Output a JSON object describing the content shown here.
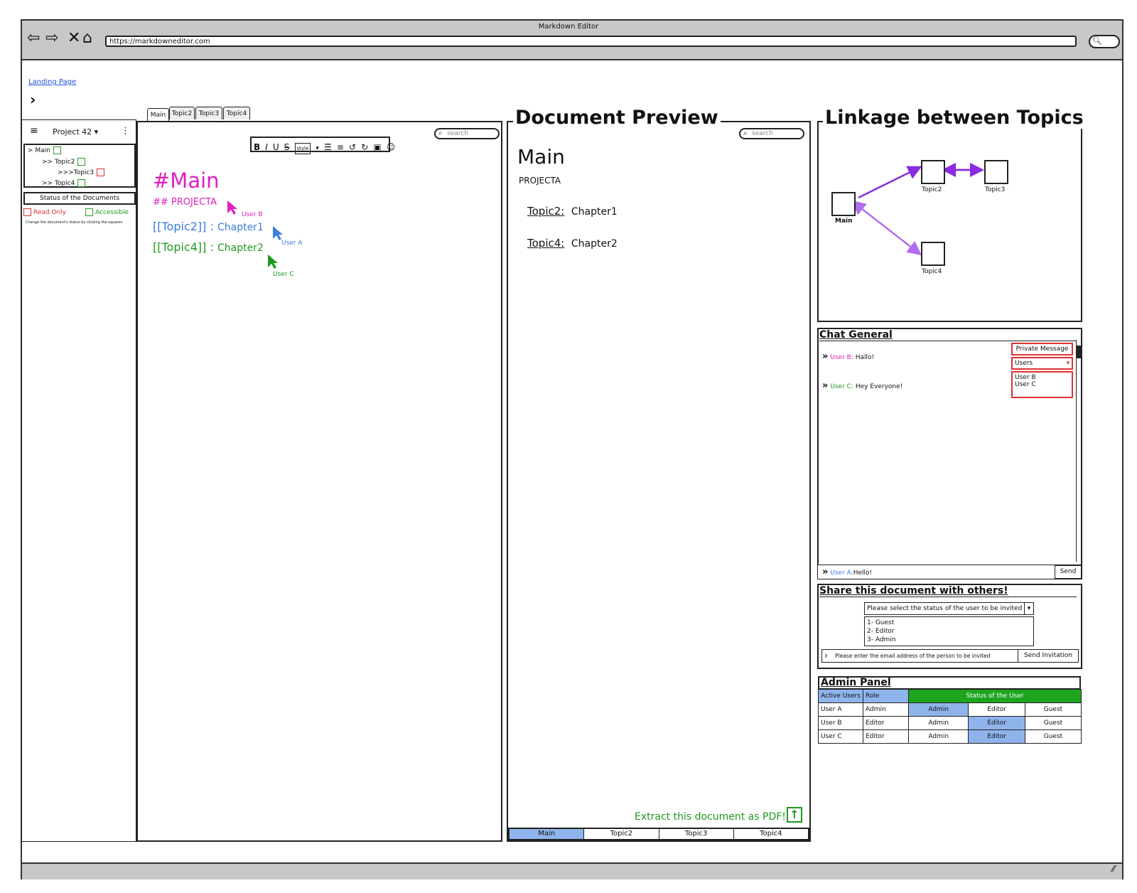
{
  "browser": {
    "title": "Markdown Editor",
    "url": "https://markdowneditor.com"
  },
  "breadcrumb": {
    "link": "Landing Page"
  },
  "sidebar": {
    "project": "Project 42",
    "tree": [
      {
        "label": "> Main",
        "status": "accessible"
      },
      {
        "label": ">> Topic2",
        "status": "accessible"
      },
      {
        "label": ">>>Topic3",
        "status": "read-only"
      },
      {
        "label": ">> Topic4",
        "status": "accessible"
      }
    ],
    "status_header": "Status of the Documents",
    "legend_readonly": "Read Only",
    "legend_accessible": "Accessible",
    "hint": "Change the document's status by clicking the squares"
  },
  "editor": {
    "tabs": [
      "Main",
      "Topic2",
      "Topic3",
      "Topic4"
    ],
    "search_placeholder": "search",
    "toolbar": [
      "B",
      "I",
      "U",
      "S",
      "style",
      "▾",
      "☰",
      "≡",
      "↺",
      "↻",
      "▣",
      "☺"
    ],
    "heading": "#Main",
    "subheading": "## PROJECTA",
    "link1_ref": "[[Topic2]] :",
    "link1_text": "Chapter1",
    "link2_ref": "[[Topic4]] :",
    "link2_text": "Chapter2",
    "cursor_b": "User B",
    "cursor_a": "User A",
    "cursor_c": "User C"
  },
  "preview": {
    "title": "Document Preview",
    "search_placeholder": "search",
    "doc_title": "Main",
    "doc_sub": "PROJECTA",
    "rows": [
      {
        "topic": "Topic2:",
        "chapter": "Chapter1"
      },
      {
        "topic": "Topic4:",
        "chapter": "Chapter2"
      }
    ],
    "export": "Extract this document as PDF!",
    "bottom_tabs": [
      "Main",
      "Topic2",
      "Topic3",
      "Topic4"
    ]
  },
  "linkage": {
    "title": "Linkage between Topics",
    "nodes": [
      "Main",
      "Topic2",
      "Topic3",
      "Topic4"
    ]
  },
  "chat": {
    "title": "Chat General",
    "messages": [
      {
        "user": "User B:",
        "text": "Hallo!"
      },
      {
        "user": "User C:",
        "text": "Hey Everyone!"
      }
    ],
    "private_label": "Private Message",
    "users_select": "Users",
    "users_options": [
      "User B",
      "User C"
    ],
    "input_user": "User A:",
    "input_text": "Hello!",
    "send": "Send"
  },
  "share": {
    "title": "Share this document with others!",
    "select_placeholder": "Please select the status of the user to be invited",
    "options": [
      "1- Guest",
      "2- Editor",
      "3- Admin"
    ],
    "email_placeholder": "Please enter the email address of the person to be invited",
    "send": "Send Invitation"
  },
  "admin": {
    "title": "Admin Panel",
    "col_users": "Active Users",
    "col_role": "Role",
    "col_status": "Status of the User",
    "status_options": [
      "Admin",
      "Editor",
      "Guest"
    ],
    "rows": [
      {
        "user": "User A",
        "role": "Admin",
        "selected": "Admin"
      },
      {
        "user": "User B",
        "role": "Editor",
        "selected": "Editor"
      },
      {
        "user": "User C",
        "role": "Editor",
        "selected": "Editor"
      }
    ]
  },
  "colors": {
    "magenta": "#e020c0",
    "blue": "#3a7de0",
    "green": "#1e9a1e",
    "purple": "#8a2be2",
    "highlight": "#8fb4ec",
    "status_green": "#1ea51e",
    "red": "#d33333"
  }
}
